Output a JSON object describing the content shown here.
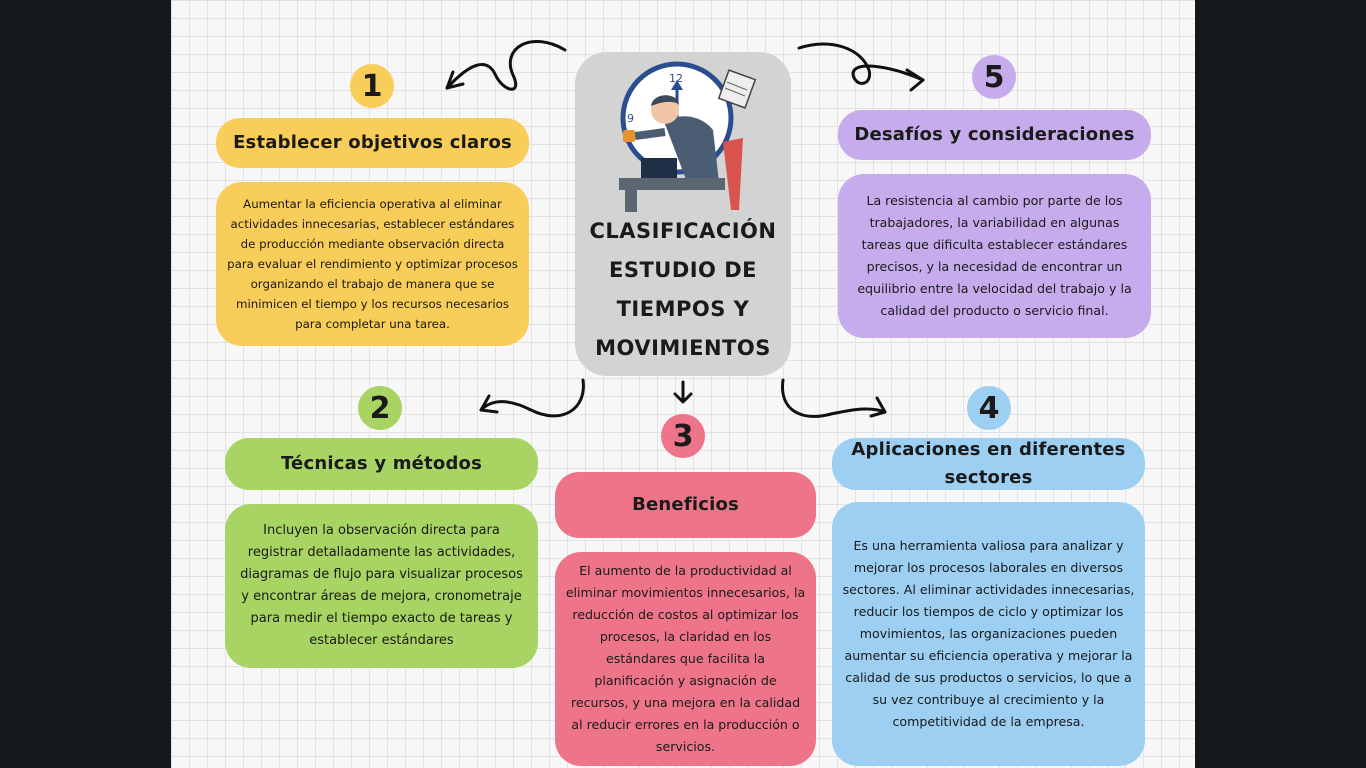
{
  "center": {
    "title": "CLASIFICACIÓN ESTUDIO DE TIEMPOS Y MOVIMIENTOS",
    "illustration": "busy-worker-clock-icon"
  },
  "sections": [
    {
      "number": "1",
      "title": "Establecer objetivos claros",
      "color": "#f9cd5a",
      "text": "Aumentar la eficiencia operativa al eliminar actividades innecesarias, establecer estándares de producción mediante observación directa para evaluar el rendimiento y optimizar procesos organizando el trabajo de manera que se minimicen el tiempo y los recursos necesarios para completar una tarea."
    },
    {
      "number": "2",
      "title": "Técnicas y métodos",
      "color": "#a7d463",
      "text": "Incluyen la observación directa para registrar detalladamente las actividades, diagramas de flujo para visualizar procesos y encontrar áreas de mejora, cronometraje para medir el tiempo exacto de tareas y establecer estándares"
    },
    {
      "number": "3",
      "title": "Beneficios",
      "color": "#ee7589",
      "text": "El aumento de la productividad al eliminar movimientos innecesarios, la reducción de costos al optimizar los procesos, la claridad en los estándares que facilita la planificación y asignación de recursos, y una mejora en la calidad al reducir errores en la producción o servicios."
    },
    {
      "number": "4",
      "title": "Aplicaciones en diferentes sectores",
      "color": "#9dcff3",
      "text": "Es una herramienta valiosa para analizar y mejorar los procesos laborales en diversos sectores. Al eliminar actividades innecesarias, reducir los tiempos de ciclo y optimizar los movimientos, las organizaciones pueden aumentar su eficiencia operativa y mejorar la calidad de sus productos o servicios, lo que a su vez contribuye al crecimiento y la competitividad de la empresa."
    },
    {
      "number": "5",
      "title": "Desafíos y consideraciones",
      "color": "#c6acec",
      "text": "La resistencia al cambio por parte de los trabajadores, la variabilidad en algunas tareas que dificulta establecer estándares precisos, y la necesidad de encontrar un equilibrio entre la velocidad del trabajo y la calidad del producto o servicio final."
    }
  ]
}
